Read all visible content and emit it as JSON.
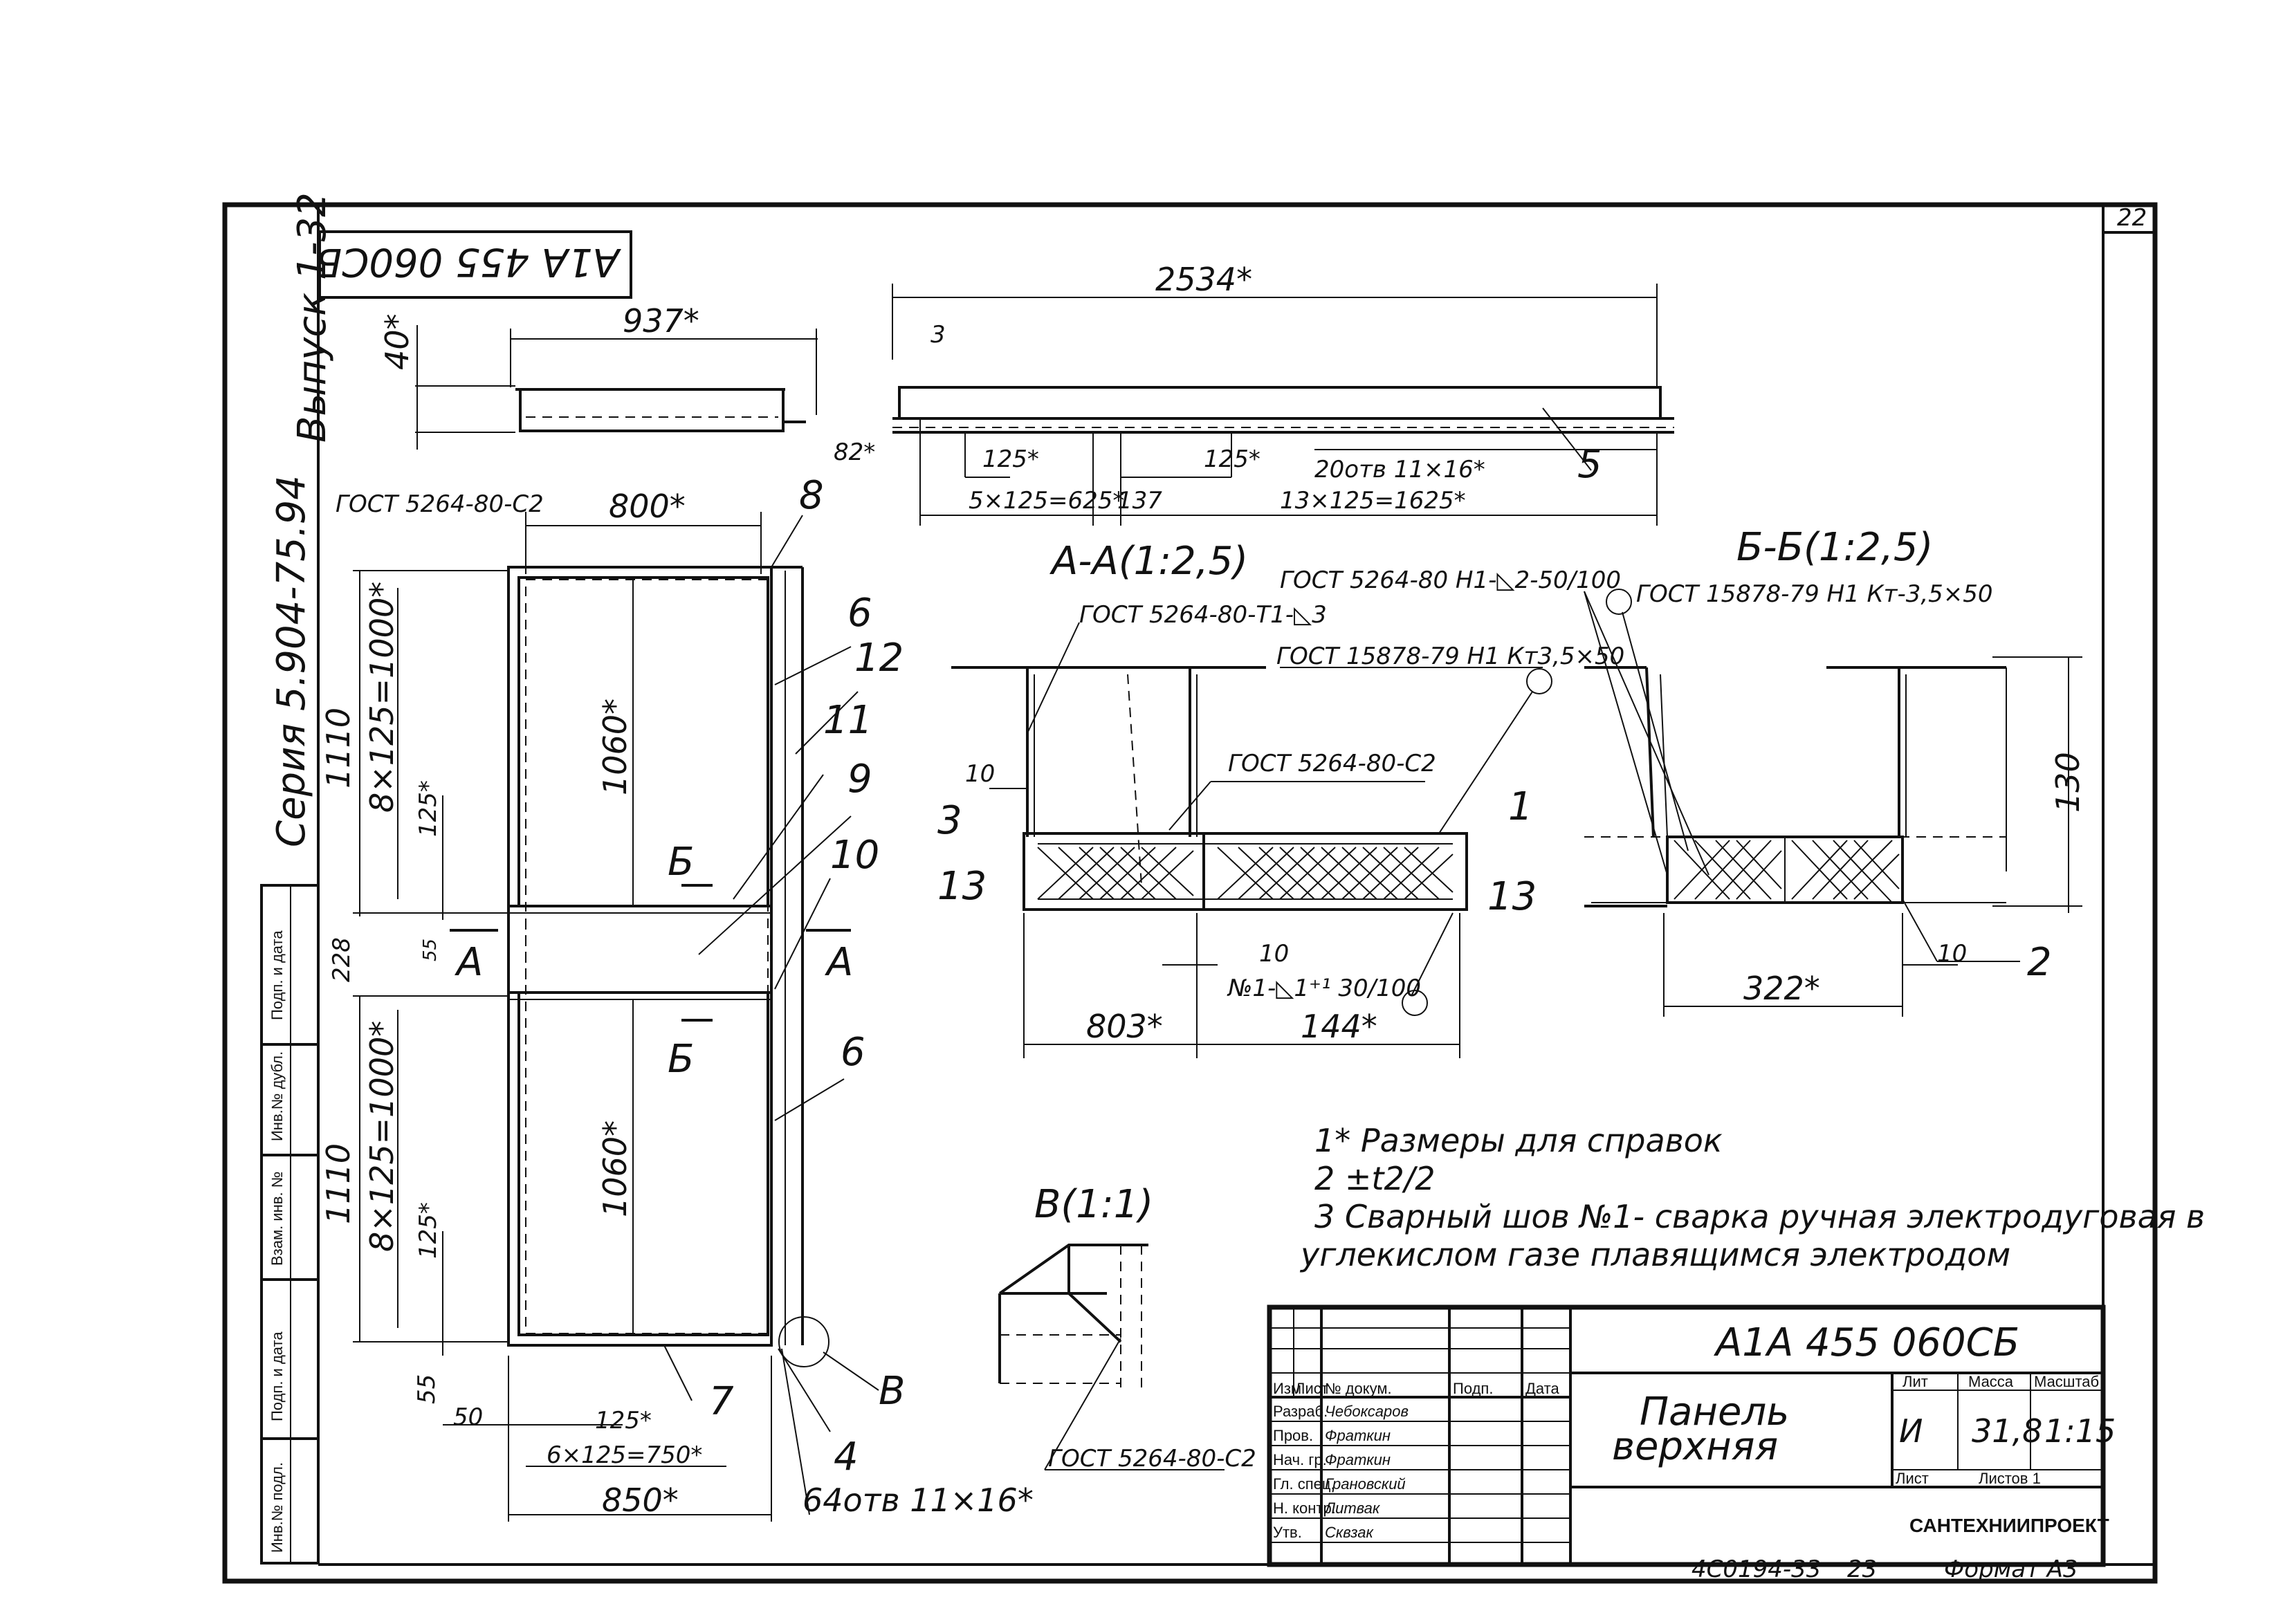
{
  "sheet_number": "22",
  "doc_code_rotated": "A1A 455 060СБ",
  "series": "Серия 5.904-75.94",
  "issue": "Выпуск 1-32",
  "side_fields": {
    "podp_data_1": "Подп. и дата",
    "inv_dubl": "Инв.№ дубл.",
    "vzam_inv": "Взам. инв. №",
    "podp_data_2": "Подп. и дата",
    "inv_podl": "Инв.№ подл."
  },
  "top_left_view": {
    "height": "40*",
    "width": "937*"
  },
  "top_right_view": {
    "length": "2534*",
    "thick": "3",
    "edge": "82*",
    "pitch_a": "125*",
    "pitch_b": "125*",
    "chain_a": "5×125=625*",
    "gap": "137",
    "chain_b": "13×125=1625*",
    "holes": "20отв 11×16*",
    "pos5": "5"
  },
  "main_view": {
    "weld_top": "ГОСТ 5264-80-С2",
    "width_top": "800*",
    "pos8": "8",
    "pos6a": "6",
    "pos12": "12",
    "pos11": "11",
    "pos9": "9",
    "pos10": "10",
    "pos6b": "6",
    "h1": "1110",
    "chain1": "8×125=1000*",
    "p1": "125*",
    "inner1": "1060*",
    "h_mid": "228",
    "d55a": "55",
    "h2": "1110",
    "chain2": "8×125=1000*",
    "p2": "125*",
    "inner2": "1060*",
    "d55b": "55",
    "d50": "50",
    "p3": "125*",
    "chain3": "6×125=750*",
    "width_bottom": "850*",
    "pos7": "7",
    "pos4": "4",
    "holes": "64отв 11×16*",
    "sec_a_left": "А",
    "sec_a_right": "А",
    "sec_b_top": "Б",
    "sec_b_bot": "Б",
    "node_b": "В"
  },
  "section_aa": {
    "title": "А-А(1:2,5)",
    "weld1": "ГОСТ 5264-80-Т1-◺3",
    "weld2": "ГОСТ 15878-79 Н1 Кт3,5×50",
    "weld3": "ГОСТ 5264-80-С2",
    "weld4": "№1-◺1⁺¹ 30/100",
    "pos3": "3",
    "pos13a": "13",
    "pos1": "1",
    "pos13b": "13",
    "d10a": "10",
    "d10b": "10",
    "w803": "803*",
    "w144": "144*"
  },
  "section_bb": {
    "title": "Б-Б(1:2,5)",
    "weld1": "ГОСТ 5264-80 Н1-◺2-50/100",
    "weld2": "ГОСТ 15878-79 Н1 Кт-3,5×50",
    "h130": "130",
    "d10": "10",
    "w322": "322*",
    "pos2": "2"
  },
  "detail_v": {
    "title": "В(1:1)",
    "weld": "ГОСТ 5264-80-С2"
  },
  "notes": [
    "1* Размеры для справок",
    "2 ±t2/2",
    "3 Сварный шов №1- сварка ручная электродуговая в",
    "углекислом газе плавящимся электродом"
  ],
  "title_block": {
    "designation": "А1А 455 060СБ",
    "name_line1": "Панель",
    "name_line2": "верхняя",
    "col_izm": "Изм",
    "col_list": "Лист",
    "col_doc": "№ докум.",
    "col_podp": "Подп.",
    "col_data": "Дата",
    "row1_role": "Разраб.",
    "row1_name": "Чебоксаров",
    "row2_role": "Пров.",
    "row2_name": "Фраткин",
    "row3_role": "Нач. гр.",
    "row3_name": "Фраткин",
    "row4_role": "Гл. спец.",
    "row4_name": "Грановский",
    "row5_role": "Н. контр.",
    "row5_name": "Литвак",
    "row6_role": "Утв.",
    "row6_name": "Сквзак",
    "lit_label": "Лит",
    "mass_label": "Масса",
    "scale_label": "Масштаб",
    "lit": "И",
    "mass": "31,8",
    "scale": "1:15",
    "sheet_label": "Лист",
    "sheets_label": "Листов 1",
    "org": "САНТЕХНИИПРОЕКТ"
  },
  "footer": {
    "inv": "4C0194-33",
    "page": "23",
    "format": "Формат А3"
  }
}
